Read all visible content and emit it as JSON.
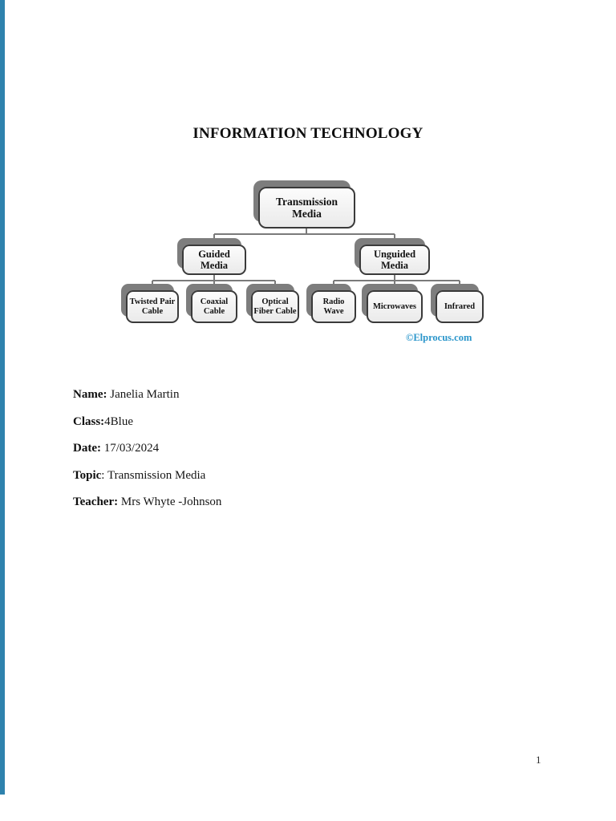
{
  "page": {
    "title": "INFORMATION TECHNOLOGY",
    "page_number": "1"
  },
  "diagram": {
    "nodes": [
      {
        "label": "Transmission Media"
      },
      {
        "label": "Guided Media"
      },
      {
        "label": "Unguided Media"
      },
      {
        "label": "Twisted Pair Cable"
      },
      {
        "label": "Coaxial Cable"
      },
      {
        "label": "Optical Fiber Cable"
      },
      {
        "label": "Radio Wave"
      },
      {
        "label": "Microwaves"
      },
      {
        "label": "Infrared"
      }
    ],
    "credit": "©Elprocus.com"
  },
  "fields": [
    {
      "bold": "Name:",
      "rest": " Janelia Martin"
    },
    {
      "bold": "Class:",
      "rest": "4Blue"
    },
    {
      "bold": "Date:",
      "rest": " 17/03/2024"
    },
    {
      "bold": "Topic",
      "rest": ": Transmission Media"
    },
    {
      "bold": "Teacher:",
      "rest": " Mrs Whyte -Johnson"
    }
  ],
  "colors": {
    "left_accent_bar": "#2e82ad",
    "diagram_credit": "#2b96cb",
    "node_shadow": "#7d7d7d",
    "node_border": "#3a3a3a",
    "connector": "#7a7a7a"
  }
}
